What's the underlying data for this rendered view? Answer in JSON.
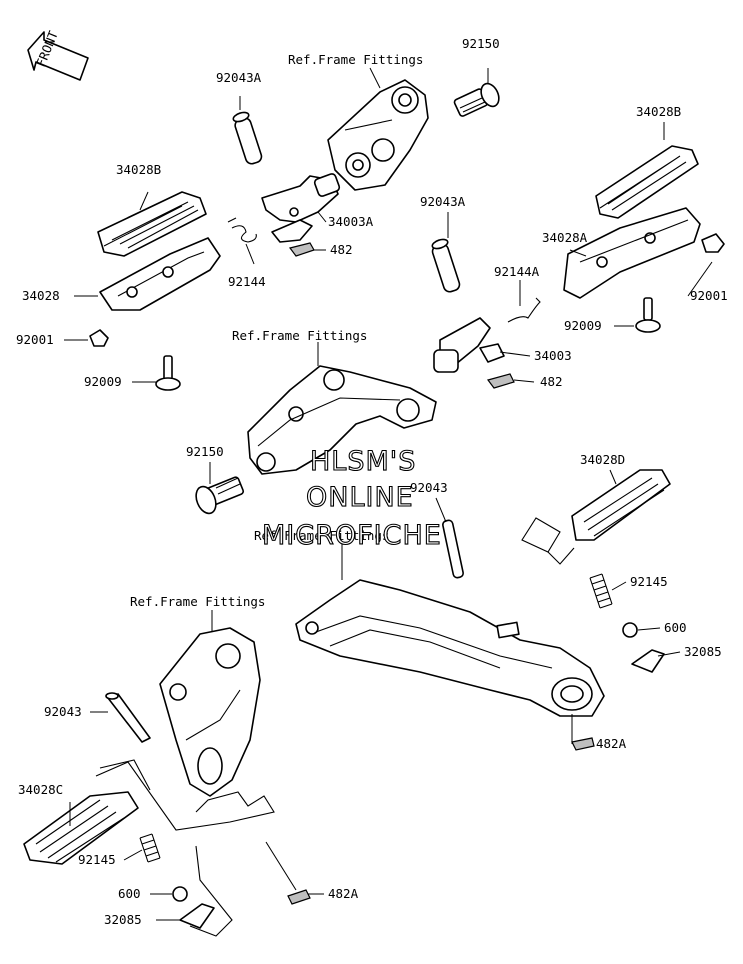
{
  "front_arrow": "FRONT",
  "watermark": [
    "HLSM'S",
    "ONLINE",
    "MICROFICHE"
  ],
  "frame_fittings": "Ref.Frame Fittings",
  "labels": {
    "p92150_top": "92150",
    "p92043A_top": "92043A",
    "p34028B_left": "34028B",
    "p34003A": "34003A",
    "p482_top": "482",
    "p92144": "92144",
    "p34028_left": "34028",
    "p92001_left": "92001",
    "p92009_left": "92009",
    "p34028B_right": "34028B",
    "p92043A_mid": "92043A",
    "p34028A": "34028A",
    "p92144A": "92144A",
    "p92001_right": "92001",
    "p92009_right": "92009",
    "p34003": "34003",
    "p482_mid": "482",
    "p92150_mid": "92150",
    "p34028D": "34028D",
    "p92043_center": "92043",
    "p92145_right": "92145",
    "p600_right": "600",
    "p32085_right": "32085",
    "p482A_right": "482A",
    "p92043_left": "92043",
    "p34028C": "34028C",
    "p92145_left": "92145",
    "p600_left": "600",
    "p32085_left": "32085",
    "p482A_left": "482A"
  }
}
